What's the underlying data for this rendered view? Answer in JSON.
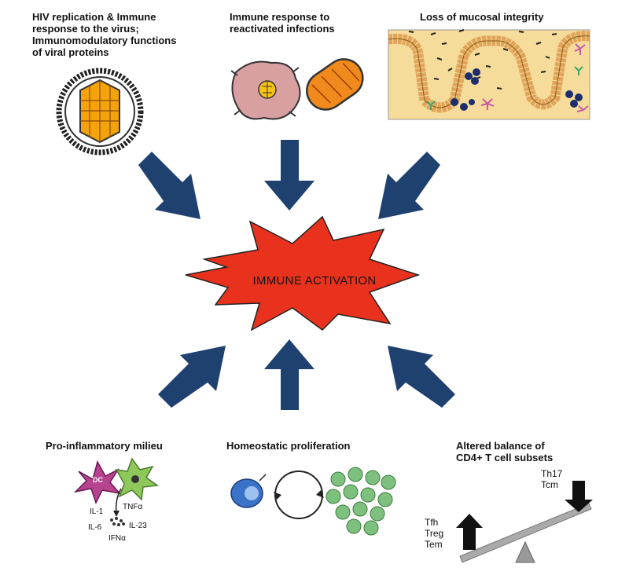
{
  "center": {
    "label": "IMMUNE ACTIVATION",
    "color": "#e8321e"
  },
  "arrow_color": "#1f4170",
  "causes": {
    "hiv": {
      "line1": "HIV replication & Immune",
      "line2": "response to the virus;",
      "line3": "Immunomodulatory functions",
      "line4": "of viral proteins"
    },
    "reactivated": {
      "line1": "Immune response to",
      "line2": "reactivated infections"
    },
    "mucosal": {
      "line1": "Loss of mucosal integrity"
    },
    "inflammatory": {
      "line1": "Pro-inflammatory milieu",
      "cell_label": "DC",
      "cytokines": {
        "il1": "IL-1",
        "tnf": "TNFα",
        "il6": "IL-6",
        "il23": "IL-23",
        "ifn": "IFNα"
      }
    },
    "proliferation": {
      "line1": "Homeostatic proliferation"
    },
    "balance": {
      "line1": "Altered balance of",
      "line2": "CD4+ T cell subsets",
      "down_subsets": {
        "a": "Th17",
        "b": "Tcm"
      },
      "up_subsets": {
        "a": "Tfh",
        "b": "Treg",
        "c": "Tem"
      }
    }
  }
}
